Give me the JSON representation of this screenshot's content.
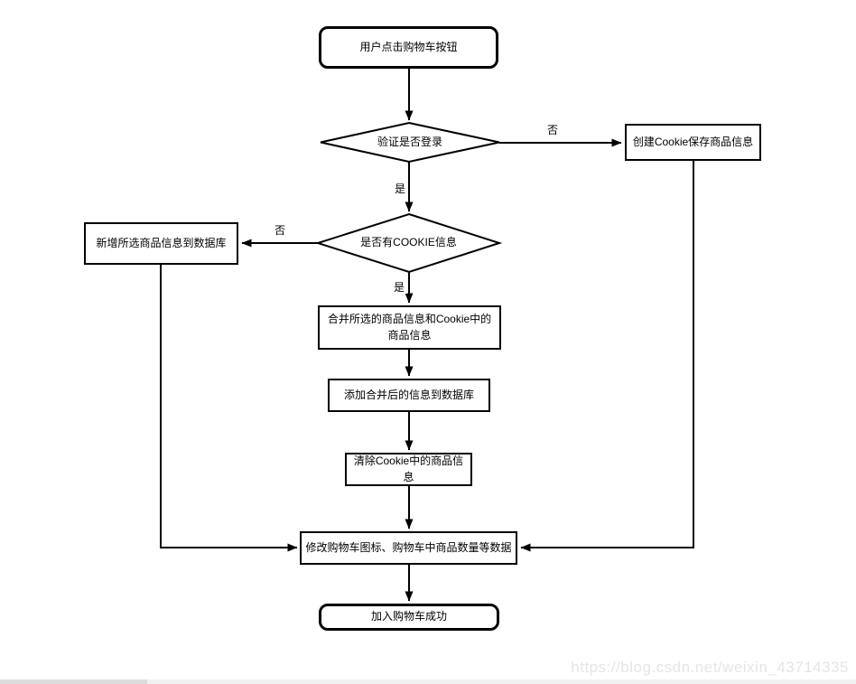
{
  "diagram": {
    "background": "#ffffff",
    "line_color": "#000000",
    "nodes": {
      "start": {
        "type": "terminator",
        "label": "用户点击购物车按钮"
      },
      "check_login": {
        "type": "decision",
        "label": "验证是否登录"
      },
      "create_cookie": {
        "type": "process",
        "label": "创建Cookie保存商品信息"
      },
      "check_cookie": {
        "type": "decision",
        "label": "是否有COOKIE信息"
      },
      "insert_db": {
        "type": "process",
        "label": "新增所选商品信息到数据库"
      },
      "merge_info": {
        "type": "process",
        "label": "合并所选的商品信息和Cookie中的商品信息"
      },
      "add_merged": {
        "type": "process",
        "label": "添加合并后的信息到数据库"
      },
      "clear_cookie": {
        "type": "process",
        "label": "清除Cookie中的商品信息"
      },
      "update_cart": {
        "type": "process",
        "label": "修改购物车图标、购物车中商品数量等数据"
      },
      "success": {
        "type": "terminator",
        "label": "加入购物车成功"
      }
    },
    "edge_labels": {
      "login_no": "否",
      "login_yes": "是",
      "cookie_no": "否",
      "cookie_yes": "是"
    }
  },
  "watermark": {
    "text": "https://blog.csdn.net/weixin_43714335",
    "color": "#e5e5e5"
  }
}
